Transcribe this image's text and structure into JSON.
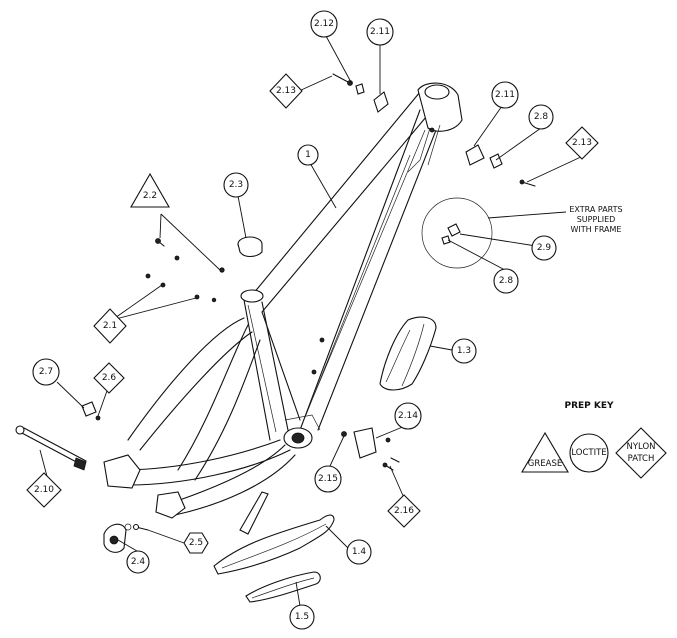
{
  "callouts": {
    "c1": "1",
    "c1_3": "1.3",
    "c1_4": "1.4",
    "c1_5": "1.5",
    "c2_1": "2.1",
    "c2_2": "2.2",
    "c2_3": "2.3",
    "c2_4": "2.4",
    "c2_5": "2.5",
    "c2_6": "2.6",
    "c2_7": "2.7",
    "c2_8a": "2.8",
    "c2_8b": "2.8",
    "c2_9": "2.9",
    "c2_10": "2.10",
    "c2_11a": "2.11",
    "c2_11b": "2.11",
    "c2_12": "2.12",
    "c2_13a": "2.13",
    "c2_13b": "2.13",
    "c2_14": "2.14",
    "c2_15": "2.15",
    "c2_16": "2.16"
  },
  "extra_parts_note": [
    "EXTRA PARTS",
    "SUPPLIED",
    "WITH FRAME"
  ],
  "prep_key": {
    "title": "PREP KEY",
    "grease": "GREASE",
    "loctite": "LOCTITE",
    "nylon_patch": [
      "NYLON",
      "PATCH"
    ]
  }
}
